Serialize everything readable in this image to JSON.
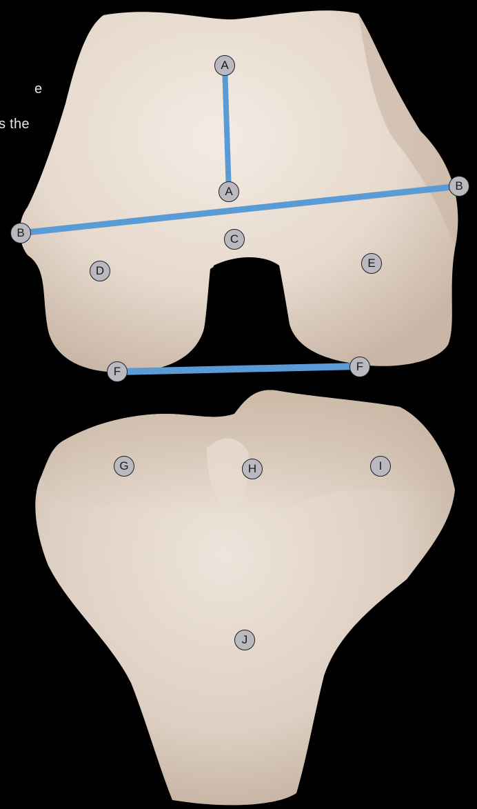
{
  "side_text": [
    "e",
    "s the"
  ],
  "colors": {
    "background": "#000000",
    "bone": "#e8dbd0",
    "measure_line": "#5b9bd5",
    "marker_fill": "#b9b9bf"
  },
  "labels": {
    "a_top": "A",
    "a_mid": "A",
    "b_left": "B",
    "b_right": "B",
    "c": "C",
    "d": "D",
    "e": "E",
    "f_left": "F",
    "f_right": "F",
    "g": "G",
    "h": "H",
    "i": "I",
    "j": "J"
  }
}
